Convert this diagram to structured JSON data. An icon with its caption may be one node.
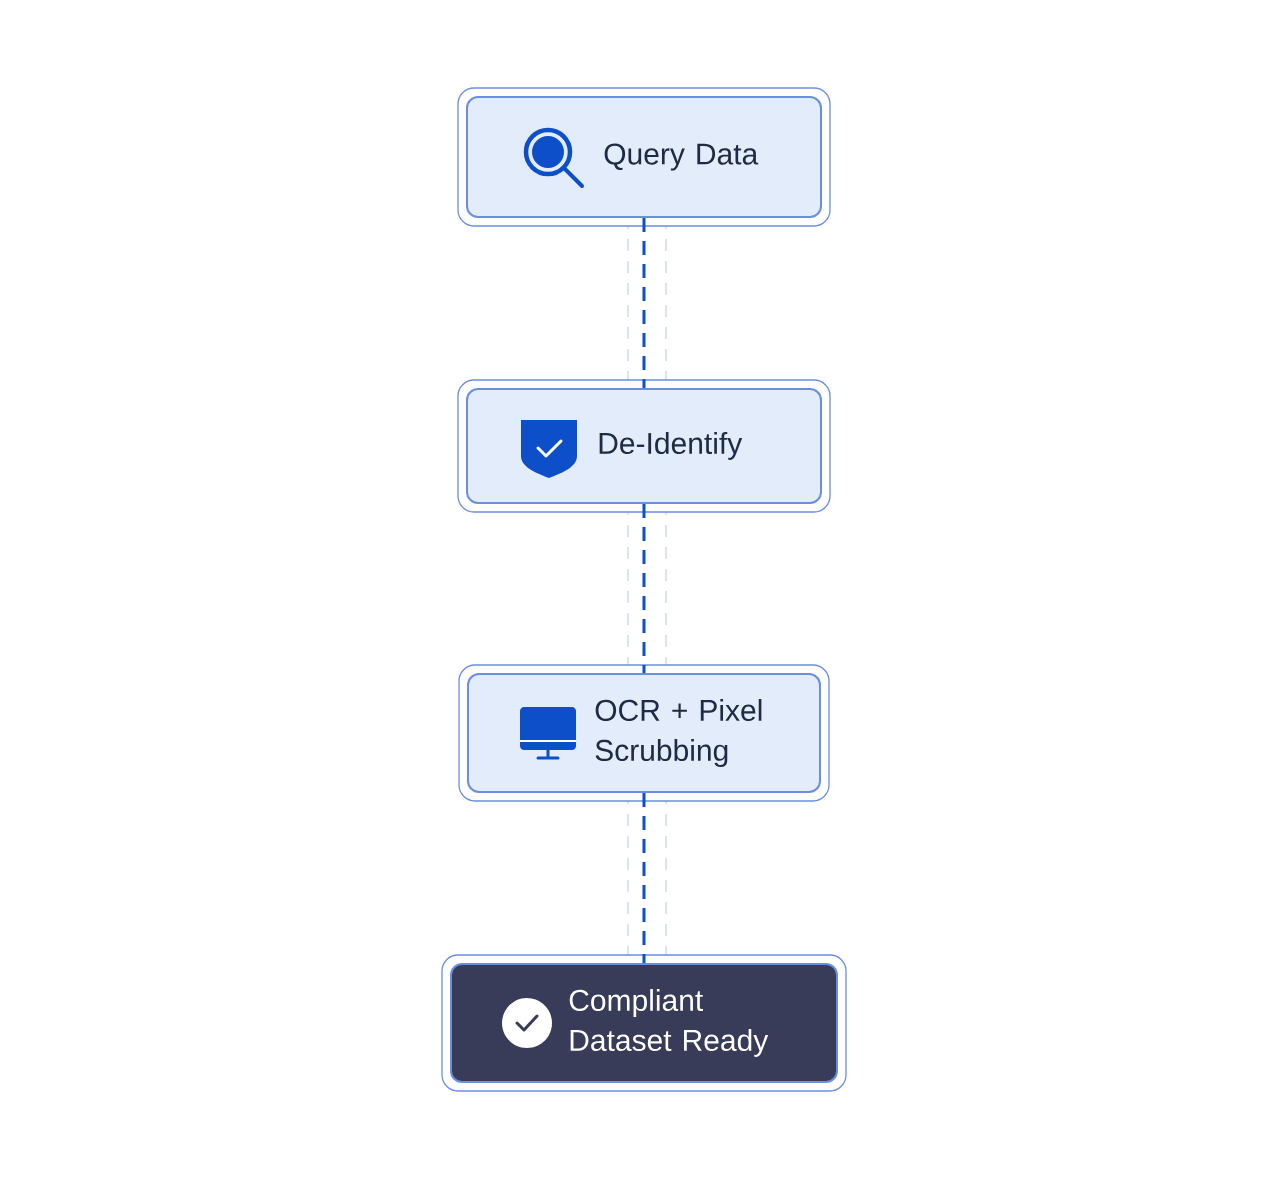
{
  "diagram": {
    "nodes": [
      {
        "text": [
          "Query Data"
        ]
      },
      {
        "text": [
          "De-Identify"
        ]
      },
      {
        "text": [
          "OCR + Pixel Scrubbing"
        ]
      },
      {
        "text": [
          "Compliant Dataset Ready"
        ]
      }
    ],
    "edges": [
      {
        "from": 0,
        "to": 1,
        "arrow": "none",
        "style": "dashed"
      },
      {
        "from": 1,
        "to": 2,
        "arrow": "none",
        "style": "dashed"
      },
      {
        "from": 2,
        "to": 3,
        "arrow": "none",
        "style": "dashed"
      }
    ]
  }
}
